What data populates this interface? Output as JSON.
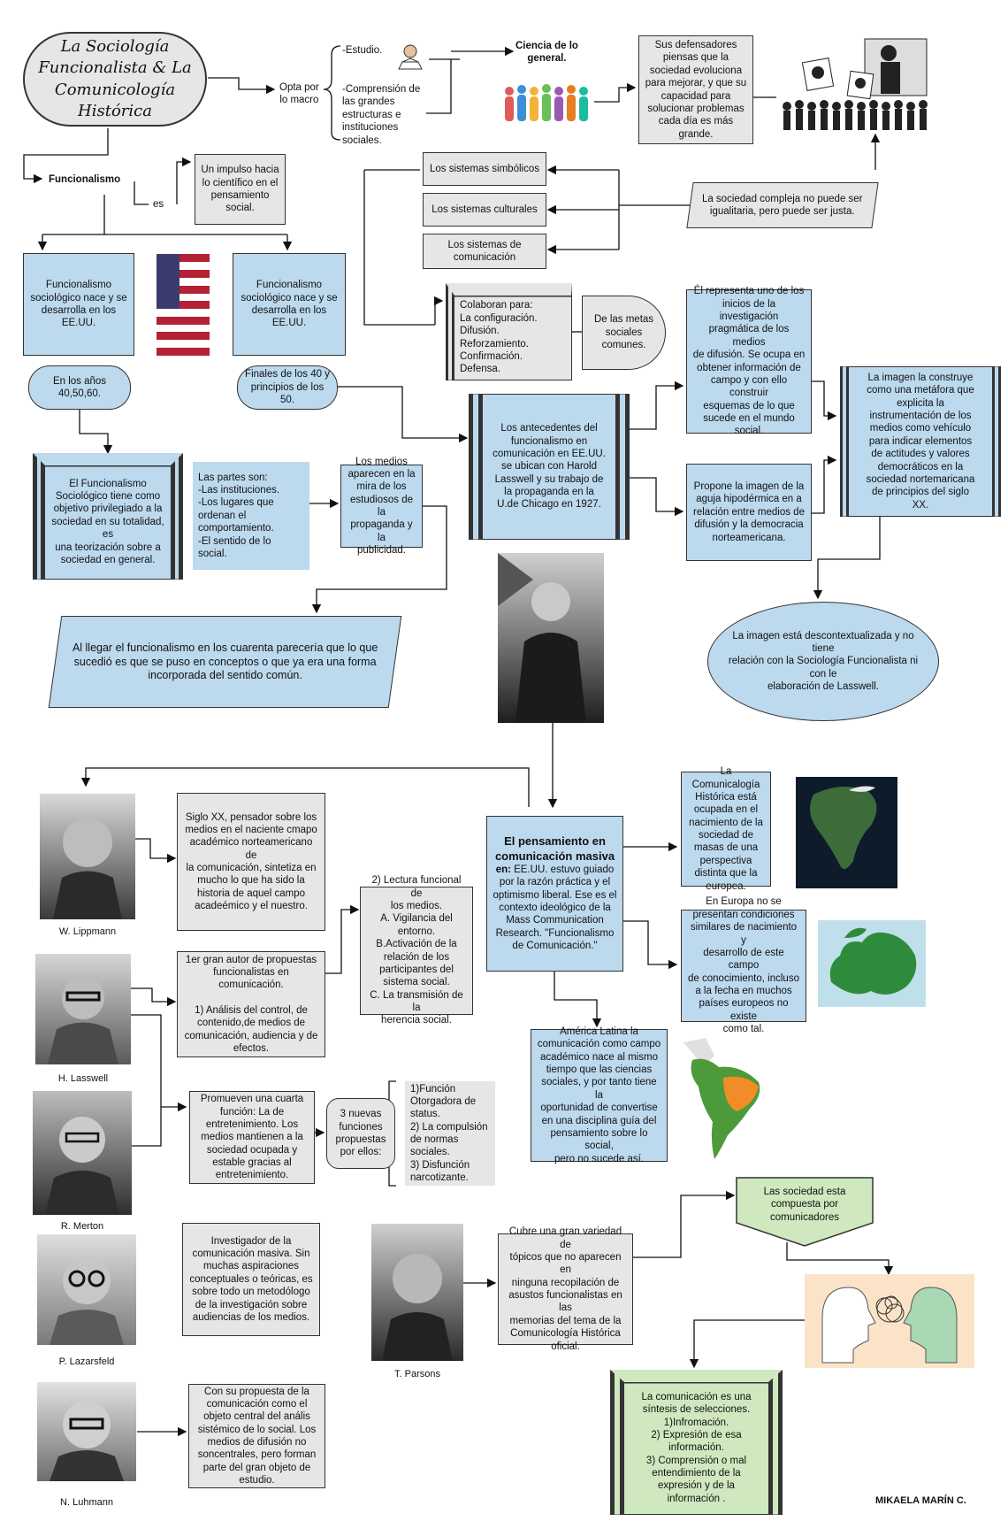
{
  "title": "La Sociología\nFuncionalista & La\nComunicología Histórica",
  "opta": "Opta por\nlo macro",
  "estudio": "-Estudio.",
  "comprension": "-Comprensión de\nlas grandes\nestructuras e\ninstituciones\nsociales.",
  "ciencia": "Ciencia de lo\ngeneral.",
  "defensores": "Sus defensadores\npiensas que la\nsociedad evoluciona\npara mejorar, y que su\ncapacidad para\nsolucionar problemas\ncada día es más\ngrande.",
  "funcionalismo": "Funcionalismo",
  "es": "es",
  "impulso": "Un impulso hacia\nlo científico en el\npensamiento\nsocial.",
  "sist_simbolicos": "Los sistemas simbólicos",
  "sist_culturales": "Los sistemas culturales",
  "sist_comunicacion": "Los sistemas de\ncomunicación",
  "sociedad_compleja": "La sociedad compleja no puede ser\nigualitaria, pero puede ser justa.",
  "func_nace_1": "Funcionalismo\nsociológico nace y se\ndesarrolla en los\nEE.UU.",
  "func_nace_2": "Funcionalismo\nsociológico nace y se\ndesarrolla en los\nEE.UU.",
  "colaboran": "Colaboran para:\nLa configuración.\nDifusión.\nReforzamiento.\nConfirmación.\nDefensa.",
  "metas": "De las metas\nsociales\ncomunes.",
  "en_los_anos": "En los años\n40,50,60.",
  "finales": "Finales de los 40 y\nprincipios de los 50.",
  "lasswell_inicios": "Él representa uno de los\ninicios de la investigación\npragmática de los medios\nde difusión. Se ocupa en\nobtener información de\ncampo y con ello construir\nesquemas de lo que\nsucede en el mundo\nsocial.",
  "imagen_construye": "La imagen la construye\ncomo una metáfora que\nexplicita la\ninstrumentación de los\nmedios como vehículo\npara indicar elementos\nde actitudes y valores\ndemocráticos en la\nsociedad nortemaricana\nde principios del siglo\nXX.",
  "antecedentes": "Los antecedentes del\nfuncionalismo en\ncomunicación en EE.UU.\nse ubican  con Harold\nLasswell y su trabajo de\nla propaganda en la\nU.de Chicago en 1927.",
  "el_funcionalismo": "El Funcionalismo\nSociológico tiene como\nobjetivo privilegiado a la\nsociedad en su totalidad, es\nuna teorización sobre a\nsociedad en general.",
  "partes": "Las partes son:\n-Las instituciones.\n-Los lugares que\nordenan el\ncomportamiento.\n-El sentido de lo\nsocial.",
  "medios_aparecen": "Los medios\naparecen en la\nmira de los\nestudiosos de la\npropaganda y la\npublicidad.",
  "aguja": "Propone la imagen de la\naguja hipodérmica en a\nrelación entre medios de\ndifusión y la democracia\nnorteamericana.",
  "al_llegar": "Al llegar el funcionalismo en los cuarenta parecería que lo que\nsucedió es que se puso en conceptos o que ya era una forma\nincorporada del sentido común.",
  "descontextualizada": "La imagen está descontextualizada y no tiene\nrelación con la Sociología Funcionalista ni con le\nelaboración de Lasswell.",
  "lippmann_text": "Siglo XX, pensador sobre los\nmedios en el naciente cmapo\nacadémico norteamericano de\nla comunicación, sintetiza en\nmucho lo que ha sido la\nhistoria de aquel campo\nacadeémico y el nuestro.",
  "pensamiento_head": "El pensamiento en\ncomunicación masiva",
  "pensamiento_en": "en:",
  "pensamiento_body": " EE.UU. estuvo guiado\npor la razón práctica y el\noptimismo liberal. Ese es el\ncontexto ideológico de la\nMass Communication\nResearch. \"Funcionalismo\nde Comunicación.\"",
  "comunicologia_historica": "La Comunicalogía\nHistórica está\nocupada en el\nnacimiento de la\nsociedad de\nmasas de una\nperspectiva\ndistinta que la\neuropea.",
  "lectura_funcional": "2) Lectura funcional de\nlos medios.\nA. Vigilancia del\nentorno.\nB.Activación de la\nrelación de los\nparticipantes del\nsistema social.\nC. La transmisión de la\nherencia social.",
  "lasswell_text": "1er gran autor de propuestas\nfuncionalistas en\ncomunicación.\n\n1) Análisis del control, de\ncontenido,de medios de\ncomunicación, audiencia y de\nefectos.",
  "europa": "En Europa no se\npresentan condiciones\nsimilares de nacimiento y\ndesarrollo de este campo\nde conocimiento, incluso\na la fecha en muchos\npaíses europeos no existe\ncomo tal.",
  "merton_text": "Promueven una cuarta\nfunción: La de\nentretenimiento. Los\nmedios mantienen a la\nsociedad ocupada y\nestable gracias al\nentretenimiento.",
  "tres_nuevas": "3 nuevas\nfunciones\npropuestas\npor ellos:",
  "funciones": "1)Función\nOtorgadora de\nstatus.\n2) La compulsión\nde normas\nsociales.\n3) Disfunción\nnarcotizante.",
  "america_latina": "América Latina la\ncomunicación como campo\nacadémico nace al mismo\ntiempo que las ciencias\nsociales, y por tanto tiene la\noportunidad de convertise\nen una disciplina guía del\npensamiento sobre lo social,\npero no sucede así.",
  "lazarsfeld_text": "Investigador de la\ncomunicación masiva. Sin\nmuchas aspiraciones\nconceptuales o teóricas, es\nsobre todo un metodólogo\nde la investigación sobre\naudiencias de los medios.",
  "parsons_text": "Cubre una gran variedad de\ntópicos que no aparecen en\nninguna recopilación de\nasustos funcionalistas en las\nmemorias del tema de la\nComunicología Histórica\noficial.",
  "sociedad_compuesta": "Las sociedad esta\ncompuesta por\ncomunicadores",
  "luhmann_text": "Con su propuesta de la\ncomunicación como el\nobjeto central del anális\nsistémico de lo social. Los\nmedios de difusión no\nsoncentrales, pero forman\nparte del gran objeto de\nestudio.",
  "sintesis": "La comunicación es una\nsíntesis de selecciones.\n1)Infromación.\n2) Expresión de esa\ninformación.\n3) Comprensión o mal\nentendimiento de la\nexpresión y de la\ninformación .",
  "captions": {
    "lippmann": "W. Lippmann",
    "lasswell": "H. Lasswell",
    "merton": "R. Merton",
    "lazarsfeld": "P. Lazarsfeld",
    "parsons": "T. Parsons",
    "luhmann": "N. Luhmann"
  },
  "author": "MIKAELA MARÍN C."
}
